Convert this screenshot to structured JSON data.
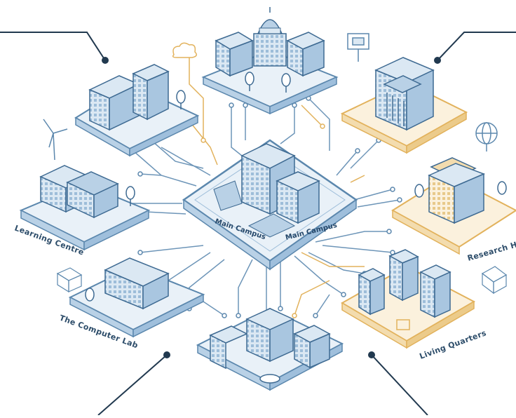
{
  "labels": {
    "hub_left": "Main Campus",
    "hub_right": "Main Campus",
    "learning": "Learning Centre",
    "computer_lab": "The Computer Lab",
    "research": "Research Hub",
    "living": "Living Quarters"
  },
  "colors": {
    "blue_line": "#5b87ad",
    "blue_dark": "#2d4d6a",
    "blue_fill": "#dbe8f3",
    "blue_mid": "#b9d1e6",
    "gold_line": "#e2b25c",
    "gold_fill": "#fbf1dd",
    "leader": "#21394f"
  },
  "icons": [
    "wind-turbine-icon",
    "cloud-icon",
    "signboard-icon",
    "globe-icon",
    "cube-icon",
    "tree-icon"
  ]
}
